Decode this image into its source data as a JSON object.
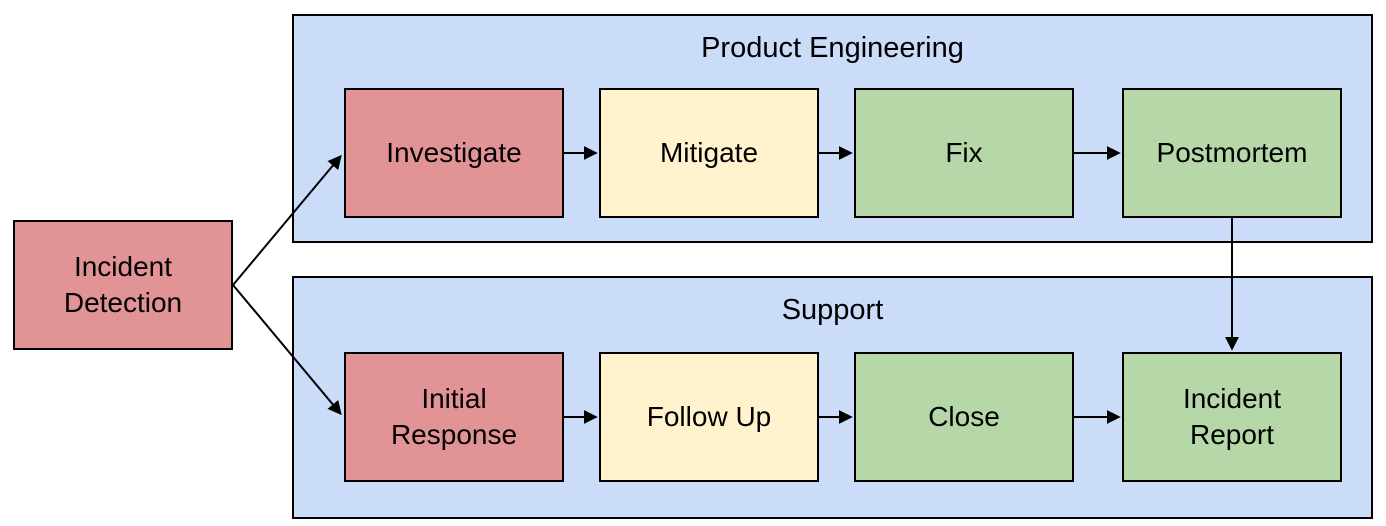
{
  "diagram_type": "flowchart",
  "colors": {
    "group_fill": "#CBDCF8",
    "red_fill": "#E29396",
    "yellow_fill": "#FFF2CC",
    "green_fill": "#B6D7A8",
    "border": "#000000",
    "arrow": "#000000",
    "page_background": "#FFFFFF"
  },
  "start_node": {
    "label": "Incident\nDetection",
    "color_role": "red"
  },
  "groups": [
    {
      "label": "Product Engineering",
      "nodes": [
        {
          "label": "Investigate",
          "color_role": "red"
        },
        {
          "label": "Mitigate",
          "color_role": "yellow"
        },
        {
          "label": "Fix",
          "color_role": "green"
        },
        {
          "label": "Postmortem",
          "color_role": "green"
        }
      ]
    },
    {
      "label": "Support",
      "nodes": [
        {
          "label": "Initial\nResponse",
          "color_role": "red"
        },
        {
          "label": "Follow Up",
          "color_role": "yellow"
        },
        {
          "label": "Close",
          "color_role": "green"
        },
        {
          "label": "Incident\nReport",
          "color_role": "green"
        }
      ]
    }
  ],
  "edges": [
    {
      "from": "Incident Detection",
      "to": "Investigate"
    },
    {
      "from": "Incident Detection",
      "to": "Initial Response"
    },
    {
      "from": "Investigate",
      "to": "Mitigate"
    },
    {
      "from": "Mitigate",
      "to": "Fix"
    },
    {
      "from": "Fix",
      "to": "Postmortem"
    },
    {
      "from": "Postmortem",
      "to": "Incident Report"
    },
    {
      "from": "Initial Response",
      "to": "Follow Up"
    },
    {
      "from": "Follow Up",
      "to": "Close"
    },
    {
      "from": "Close",
      "to": "Incident Report"
    }
  ]
}
